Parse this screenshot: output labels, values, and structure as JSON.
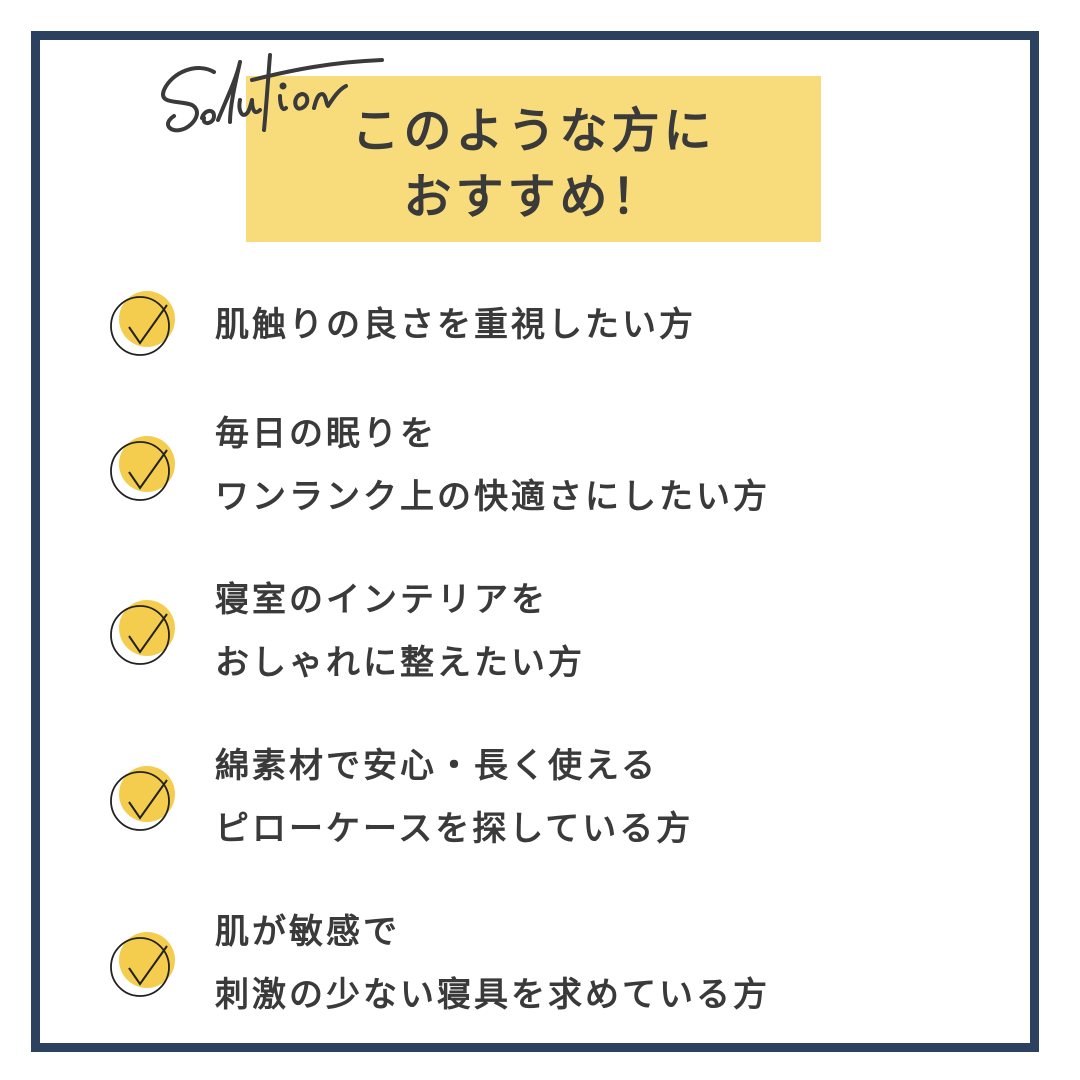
{
  "header": {
    "script_label": "Solution",
    "title_line1": "このような方に",
    "title_line2": "おすすめ！"
  },
  "colors": {
    "frame": "#2c4060",
    "highlight": "#f8dc7c",
    "check_fill": "#f5cd4e",
    "text": "#3a3a3a"
  },
  "items": [
    {
      "icon": "check-circle-icon",
      "lines": [
        "肌触りの良さを重視したい方"
      ]
    },
    {
      "icon": "check-circle-icon",
      "lines": [
        "毎日の眠りを",
        "ワンランク上の快適さにしたい方"
      ]
    },
    {
      "icon": "check-circle-icon",
      "lines": [
        "寝室のインテリアを",
        "おしゃれに整えたい方"
      ]
    },
    {
      "icon": "check-circle-icon",
      "lines": [
        "綿素材で安心・長く使える",
        "ピローケースを探している方"
      ]
    },
    {
      "icon": "check-circle-icon",
      "lines": [
        "肌が敏感で",
        "刺激の少ない寝具を求めている方"
      ]
    }
  ]
}
